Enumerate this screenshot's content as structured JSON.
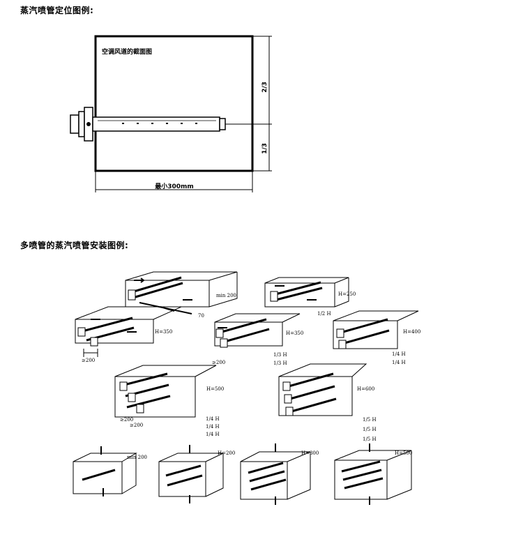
{
  "headings": {
    "positioning_title": "蒸汽喷管定位图例:",
    "multi_title": "多喷管的蒸汽喷管安装图例:"
  },
  "positioning_diagram": {
    "duct_label": "空调风道的截面图",
    "dim_top": "2/3",
    "dim_bottom": "1/3",
    "dim_width": "最小300mm"
  },
  "installation_labels": {
    "min200": "min 200",
    "d70": "70",
    "ge200": "≥200",
    "h250": "H=250",
    "h350": "H=350",
    "h400": "H=400",
    "h500": "H=500",
    "h600": "H=600",
    "half_h": "1/2 H",
    "third_h": "1/3 H",
    "quarter_h": "1/4 H",
    "fifth_h": "1/5 H",
    "h200": "H=200",
    "h300": "H=300"
  }
}
